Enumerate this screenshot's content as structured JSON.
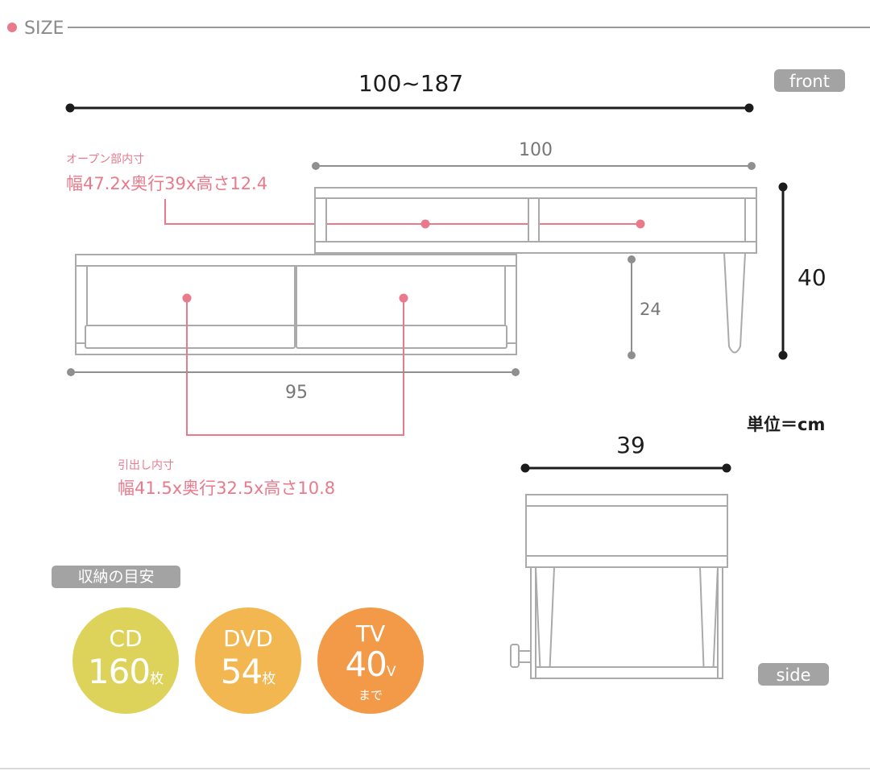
{
  "header": {
    "title": "SIZE"
  },
  "colors": {
    "pink": "#e97a8c",
    "line": "#8f8f8f",
    "dark": "#1c1c1c",
    "cd": "#ded35a",
    "dvd": "#f3b752",
    "tv": "#f29a47",
    "pill": "#a3a3a3"
  },
  "front_view": {
    "label": "front",
    "total_width": "100~187",
    "upper_width": "100",
    "lower_width": "95",
    "leg_height": "24",
    "total_height": "40",
    "open_section": {
      "title": "オープン部内寸",
      "dims": "幅47.2x奥行39x高さ12.4"
    },
    "drawer": {
      "title": "引出し内寸",
      "dims": "幅41.5x奥行32.5x高さ10.8"
    }
  },
  "unit": "単位＝cm",
  "side_view": {
    "label": "side",
    "depth": "39"
  },
  "storage": {
    "title": "収納の目安",
    "cd": {
      "name": "CD",
      "count": "160",
      "suffix": "枚"
    },
    "dvd": {
      "name": "DVD",
      "count": "54",
      "suffix": "枚"
    },
    "tv": {
      "name": "TV",
      "size": "40",
      "unit": "V",
      "note": "まで"
    }
  }
}
